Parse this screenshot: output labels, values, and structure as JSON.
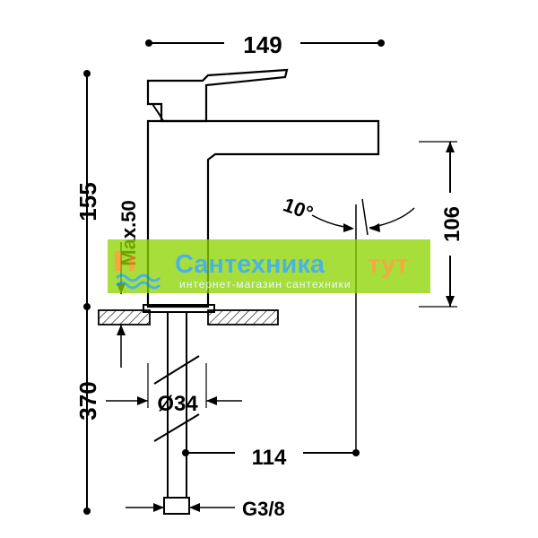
{
  "drawing": {
    "width_total": "149",
    "height_top": "155",
    "height_bottom": "370",
    "spout_height": "106",
    "max_deck": "Max.50",
    "angle": "10°",
    "diameter": "Ø34",
    "reach": "114",
    "thread": "G3/8"
  },
  "watermark": {
    "brand_main": "Сантехника",
    "brand_accent": "тут",
    "tagline": "интернет-магазин сантехники",
    "band_color": "#8ed400",
    "text_color": "#29a8e0",
    "accent_color": "#f39a1e"
  }
}
